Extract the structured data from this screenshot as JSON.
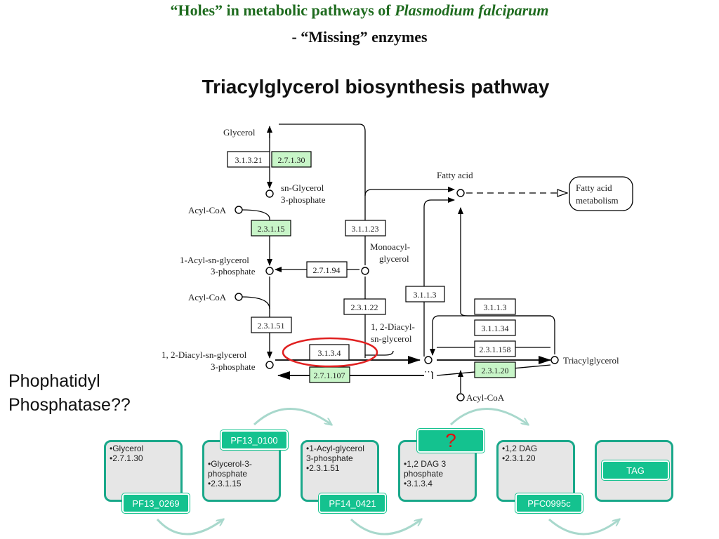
{
  "header": {
    "title_prefix": "“Holes” in metabolic pathways of",
    "title_italic": "Plasmodium falciparum",
    "title_line2": "- “Missing” enzymes",
    "subtitle": "Triacylglycerol biosynthesis pathway"
  },
  "side_label": {
    "line1": "Phophatidyl",
    "line2": "Phosphatase??"
  },
  "pathway": {
    "nodes": {
      "glycerol": "Glycerol",
      "sn_g3p_1": "sn-Glycerol",
      "sn_g3p_2": "3-phosphate",
      "acylcoa_1": "Acyl-CoA",
      "acyl_sn_1": "1-Acyl-sn-glycerol",
      "acyl_sn_2": "3-phosphate",
      "acylcoa_2": "Acyl-CoA",
      "diacyl_sn_1": "1, 2-Diacyl-sn-glycerol",
      "diacyl_sn_2": "3-phosphate",
      "fatty_acid": "Fatty acid",
      "fa_metab_1": "Fatty acid",
      "fa_metab_2": "metabolism",
      "monoacyl_1": "Monoacyl-",
      "monoacyl_2": "glycerol",
      "diacyl_1": "1, 2-Diacyl-",
      "diacyl_2": "sn-glycerol",
      "tag": "Triacylglycerol",
      "acylcoa_3": "Acyl-CoA"
    },
    "enzymes": {
      "e1": "3.1.3.21",
      "e2": "2.7.1.30",
      "e3": "2.3.1.15",
      "e4": "3.1.1.23",
      "e5": "2.7.1.94",
      "e6": "3.1.1.3",
      "e7": "2.3.1.22",
      "e8": "2.3.1.51",
      "e9": "3.1.3.4",
      "e10": "2.7.1.107",
      "e11": "3.1.1.3",
      "e12": "3.1.1.34",
      "e13": "2.3.1.158",
      "e14": "2.3.1.20"
    }
  },
  "steps": [
    {
      "lines": [
        "•Glycerol",
        "•2.7.1.30"
      ],
      "tag": "PF13_0269"
    },
    {
      "lines": [
        "•Glycerol-3-",
        "  phosphate",
        "•2.3.1.15"
      ],
      "tag": "PF13_0100"
    },
    {
      "lines": [
        "•1-Acyl-glycerol",
        "  3-phosphate",
        "•2.3.1.51"
      ],
      "tag": "PF14_0421"
    },
    {
      "lines": [
        "•1,2 DAG 3",
        "  phosphate",
        "•3.1.3.4"
      ],
      "tag": "?"
    },
    {
      "lines": [
        "•1,2 DAG",
        "•2.3.1.20"
      ],
      "tag": "PFC0995c"
    },
    {
      "lines": [],
      "tag": "TAG"
    }
  ],
  "colors": {
    "title_green": "#1e6b1e",
    "enzyme_found": "#c8f5c8",
    "card_border": "#1aa88a",
    "tag_fill": "#14c28f",
    "highlight_ring": "#e02020",
    "question_mark": "#e01010"
  }
}
